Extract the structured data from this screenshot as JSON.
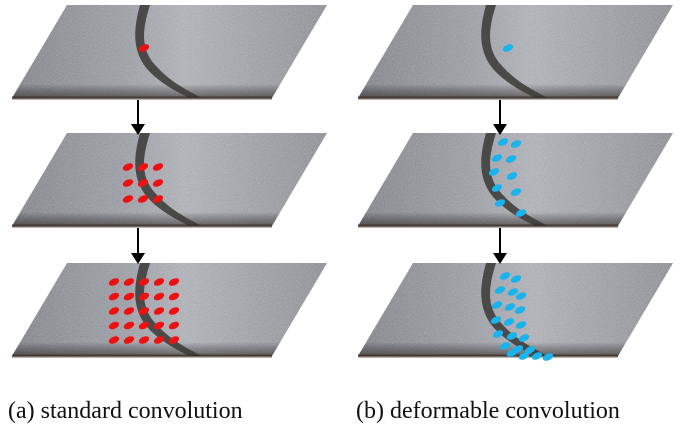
{
  "captions": {
    "standard": "(a) standard convolution",
    "deformable": "(b) deformable convolution"
  },
  "colors": {
    "standard_dot": "#ee1111",
    "deformable_dot": "#19b3ee",
    "surface": "#8a8d96",
    "crack": "#3a3836",
    "arrow": "#000000"
  },
  "panels": [
    {
      "name": "standard-convolution",
      "levels": 3,
      "sampling": "regular grid"
    },
    {
      "name": "deformable-convolution",
      "levels": 3,
      "sampling": "offsets follow the crack"
    }
  ]
}
